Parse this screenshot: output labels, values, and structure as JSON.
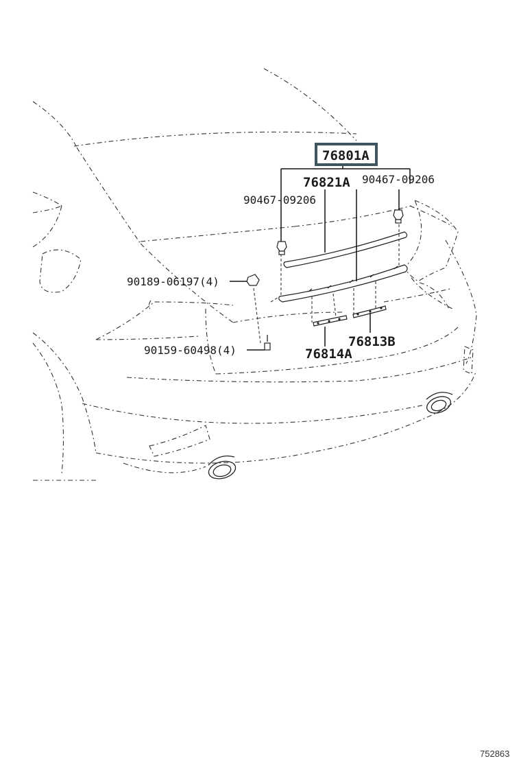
{
  "parts": {
    "assembly": "76801A",
    "garnish": "76821A",
    "clip_right": "90467-09206",
    "clip_left": "90467-09206",
    "nut": "90189-06197(4)",
    "stud": "90159-60498(4)",
    "emblem_left": "76814A",
    "emblem_right": "76813B"
  },
  "highlight_color": "#3f5560",
  "figure_ref": "752863"
}
